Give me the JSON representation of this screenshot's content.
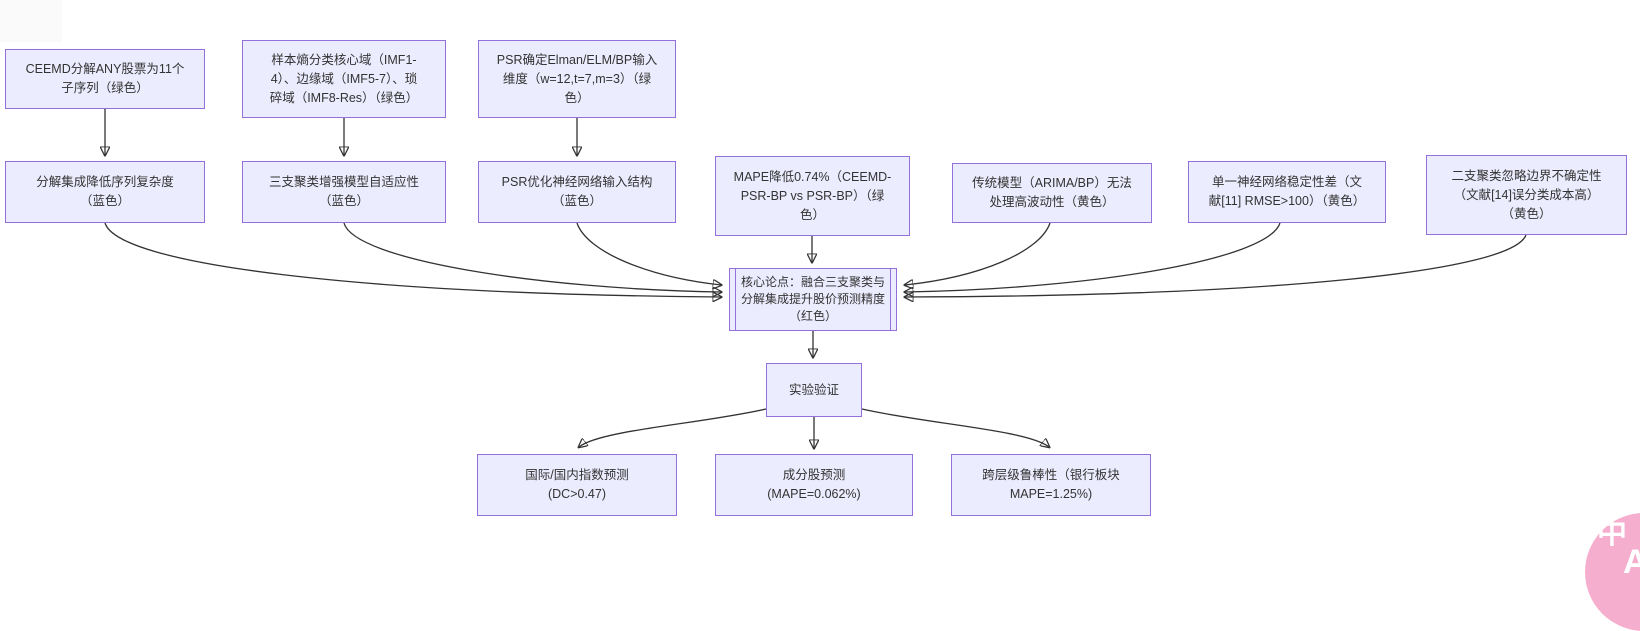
{
  "diagram": {
    "type": "flowchart",
    "background_color": "#ffffff",
    "node_fill_color": "#ECECFF",
    "node_border_color": "#9370DB",
    "edge_color": "#333333",
    "nodes": {
      "ceemd": {
        "label": "CEEMD分解ANY股票为11个\n子序列（绿色）"
      },
      "entropy": {
        "label": "样本熵分类核心域（IMF1-\n4）、边缘域（IMF5-7）、琐\n碎域（IMF8-Res）（绿色）"
      },
      "psr_dim": {
        "label": "PSR确定Elman/ELM/BP输入\n维度（w=12,t=7,m=3）（绿\n色）"
      },
      "decomp": {
        "label": "分解集成降低序列复杂度\n（蓝色）"
      },
      "threeway": {
        "label": "三支聚类增强模型自适应性\n（蓝色）"
      },
      "psr_opt": {
        "label": "PSR优化神经网络输入结构\n（蓝色）"
      },
      "mape": {
        "label": "MAPE降低0.74%（CEEMD-\nPSR-BP vs PSR-BP）（绿\n色）"
      },
      "traditional": {
        "label": "传统模型（ARIMA/BP）无法\n处理高波动性（黄色）"
      },
      "single_nn": {
        "label": "单一神经网络稳定性差（文\n献[11] RMSE>100）（黄色）"
      },
      "twoway": {
        "label": "二支聚类忽略边界不确定性\n（文献[14]误分类成本高）\n（黄色）"
      },
      "core": {
        "label": "核心论点：融合三支聚类与\n分解集成提升股价预测精度\n（红色）"
      },
      "experiment": {
        "label": "实验验证"
      },
      "index_pred": {
        "label": "国际/国内指数预测\n(DC>0.47)"
      },
      "stock_pred": {
        "label": "成分股预测\n(MAPE=0.062%)"
      },
      "robust": {
        "label": "跨层级鲁棒性（银行板块\nMAPE=1.25%)"
      }
    },
    "edges": [
      {
        "from": "ceemd",
        "to": "decomp"
      },
      {
        "from": "entropy",
        "to": "threeway"
      },
      {
        "from": "psr_dim",
        "to": "psr_opt"
      },
      {
        "from": "decomp",
        "to": "core"
      },
      {
        "from": "threeway",
        "to": "core"
      },
      {
        "from": "psr_opt",
        "to": "core"
      },
      {
        "from": "mape",
        "to": "core"
      },
      {
        "from": "traditional",
        "to": "core"
      },
      {
        "from": "single_nn",
        "to": "core"
      },
      {
        "from": "twoway",
        "to": "core"
      },
      {
        "from": "core",
        "to": "experiment"
      },
      {
        "from": "experiment",
        "to": "index_pred"
      },
      {
        "from": "experiment",
        "to": "stock_pred"
      },
      {
        "from": "experiment",
        "to": "robust"
      }
    ]
  },
  "widgets": {
    "translate_button": {
      "zh": "中",
      "en": "A",
      "color": "#f5aecd"
    }
  }
}
